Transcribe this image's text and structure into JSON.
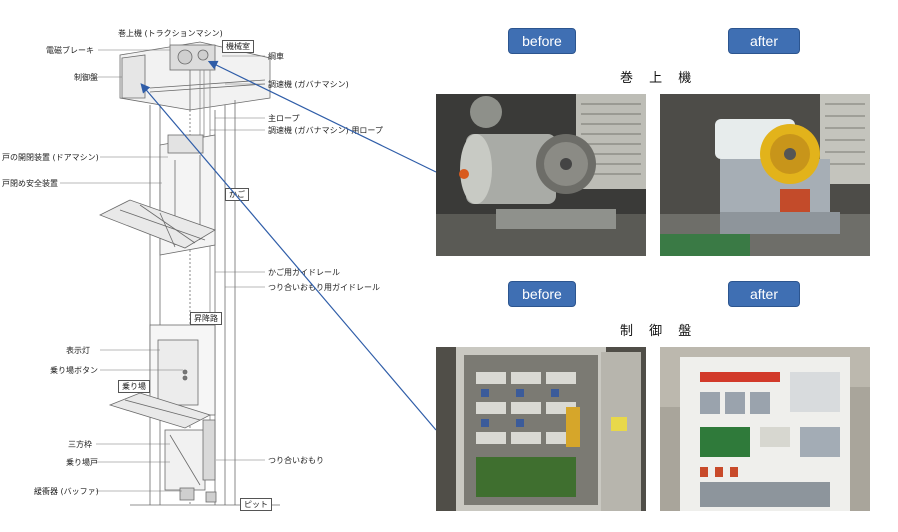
{
  "diagram": {
    "labels": {
      "traction_machine": "巻上機 (トラクションマシン)",
      "brake": "電磁ブレーキ",
      "controller": "制御盤",
      "machine_room": "機械室",
      "sheave": "綱車",
      "governor": "調速機 (ガバナマシン)",
      "main_rope": "主ロープ",
      "governor_rope": "調速機 (ガバナマシン) 用ロープ",
      "door_operator": "戸の開閉装置 (ドアマシン)",
      "door_safety": "戸閉め安全装置",
      "car": "かご",
      "car_rail": "かご用ガイドレール",
      "cwt_rail": "つり合いおもり用ガイドレール",
      "hoistway": "昇降路",
      "indicator": "表示灯",
      "hall_button": "乗り場ボタン",
      "landing": "乗り場",
      "jamb": "三方枠",
      "landing_door": "乗り場戸",
      "counterweight": "つり合いおもり",
      "buffer": "緩衝器 (バッファ)",
      "pit": "ピット"
    }
  },
  "sections": [
    {
      "caption": "巻 上 機",
      "before_label": "before",
      "after_label": "after"
    },
    {
      "caption": "制 御 盤",
      "before_label": "before",
      "after_label": "after"
    }
  ]
}
